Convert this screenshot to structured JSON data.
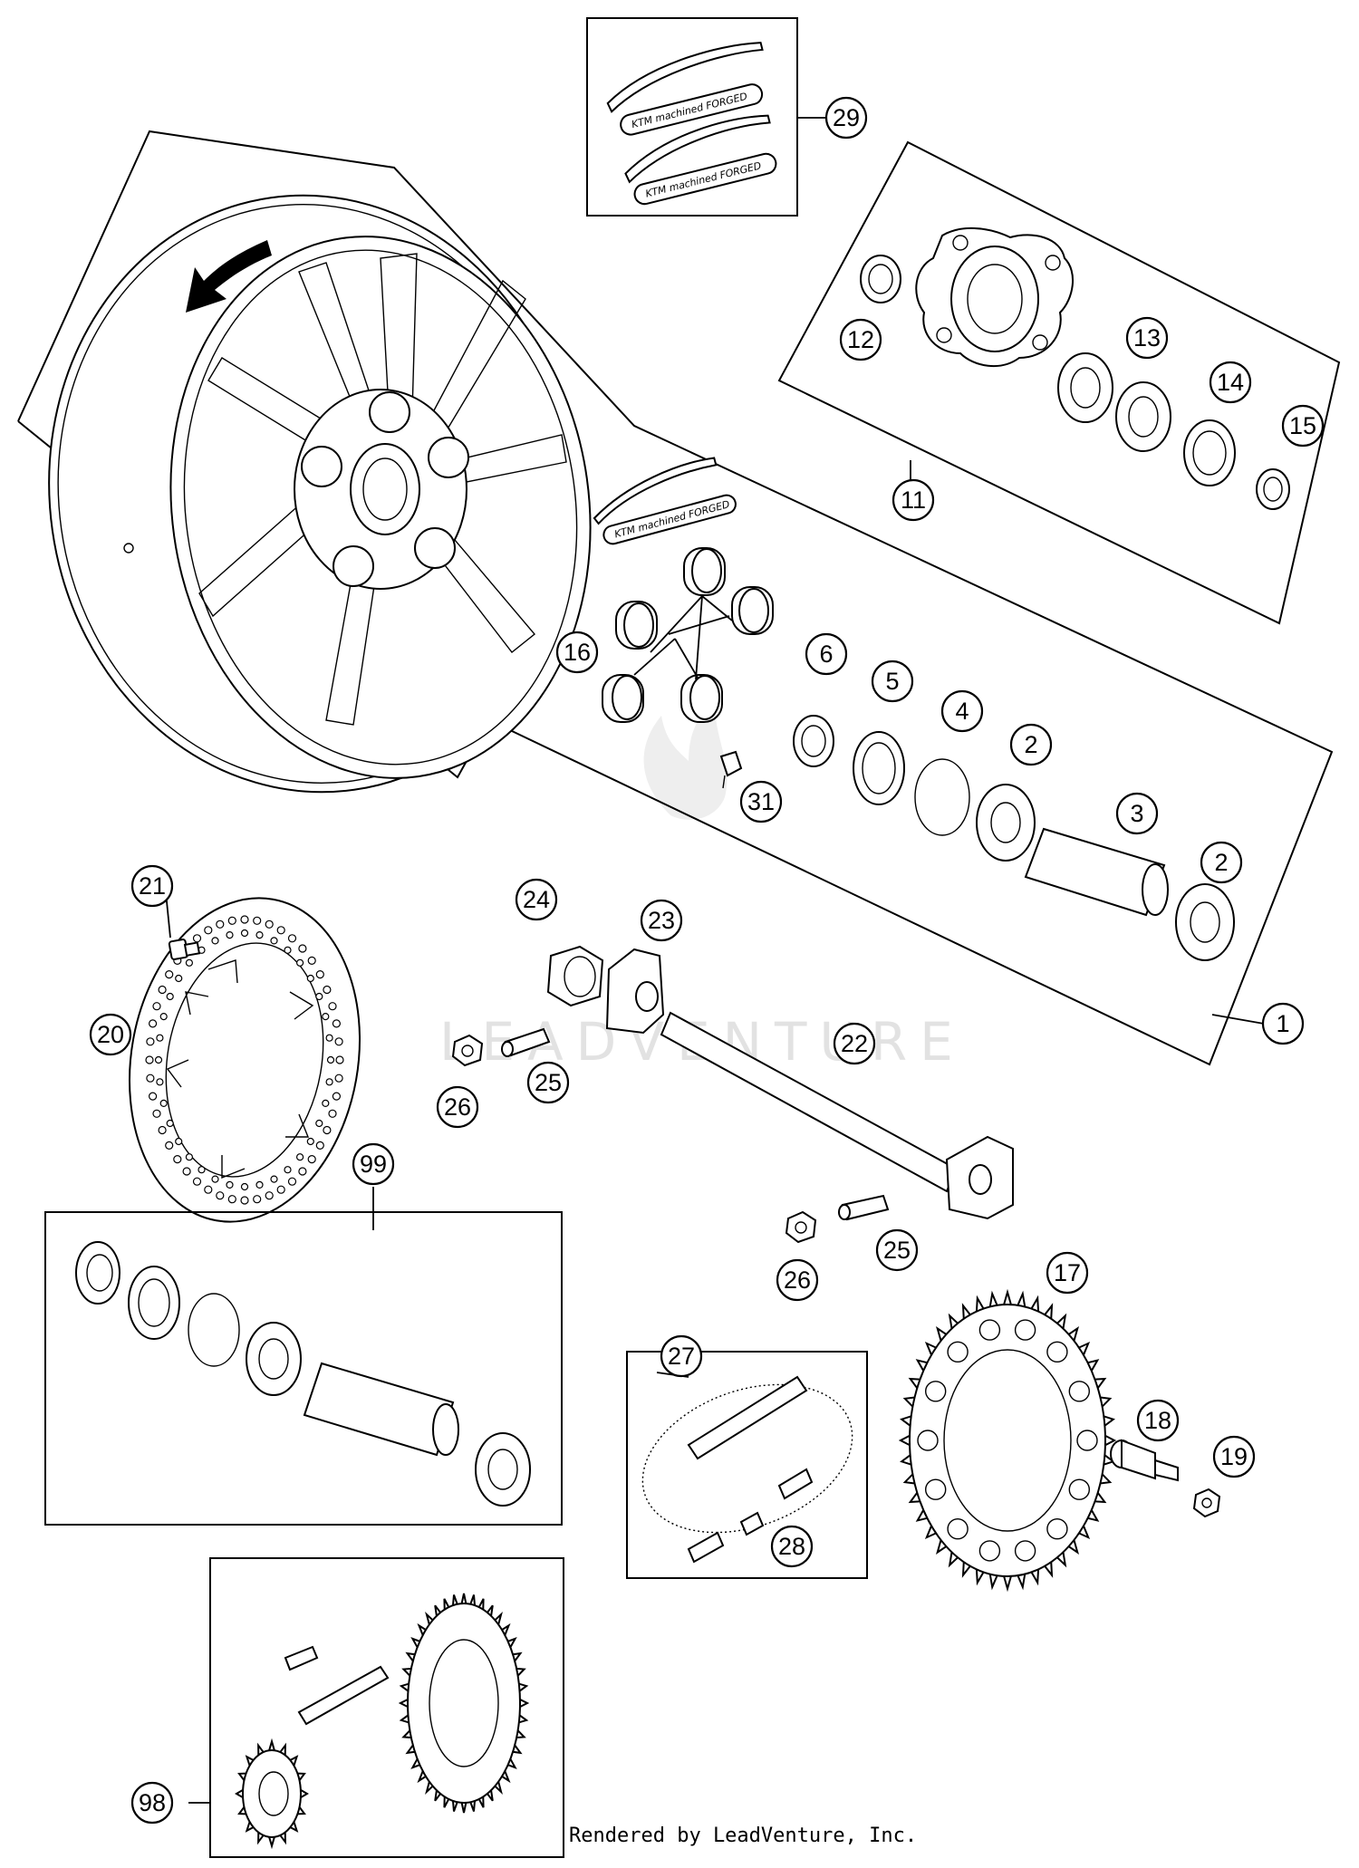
{
  "credit": "Rendered by LeadVenture, Inc.",
  "watermark": "LEADVENTURE",
  "decal_text": "KTM machined FORGED",
  "callouts": [
    {
      "id": "29",
      "label": "29"
    },
    {
      "id": "12",
      "label": "12"
    },
    {
      "id": "13",
      "label": "13"
    },
    {
      "id": "14",
      "label": "14"
    },
    {
      "id": "15",
      "label": "15"
    },
    {
      "id": "11",
      "label": "11"
    },
    {
      "id": "16",
      "label": "16"
    },
    {
      "id": "6",
      "label": "6"
    },
    {
      "id": "5",
      "label": "5"
    },
    {
      "id": "4",
      "label": "4"
    },
    {
      "id": "2a",
      "label": "2"
    },
    {
      "id": "3",
      "label": "3"
    },
    {
      "id": "2b",
      "label": "2"
    },
    {
      "id": "31",
      "label": "31"
    },
    {
      "id": "1",
      "label": "1"
    },
    {
      "id": "21",
      "label": "21"
    },
    {
      "id": "20",
      "label": "20"
    },
    {
      "id": "24",
      "label": "24"
    },
    {
      "id": "23",
      "label": "23"
    },
    {
      "id": "22",
      "label": "22"
    },
    {
      "id": "25a",
      "label": "25"
    },
    {
      "id": "26a",
      "label": "26"
    },
    {
      "id": "99",
      "label": "99"
    },
    {
      "id": "26b",
      "label": "26"
    },
    {
      "id": "25b",
      "label": "25"
    },
    {
      "id": "17",
      "label": "17"
    },
    {
      "id": "27",
      "label": "27"
    },
    {
      "id": "18",
      "label": "18"
    },
    {
      "id": "19",
      "label": "19"
    },
    {
      "id": "28",
      "label": "28"
    },
    {
      "id": "98",
      "label": "98"
    }
  ]
}
